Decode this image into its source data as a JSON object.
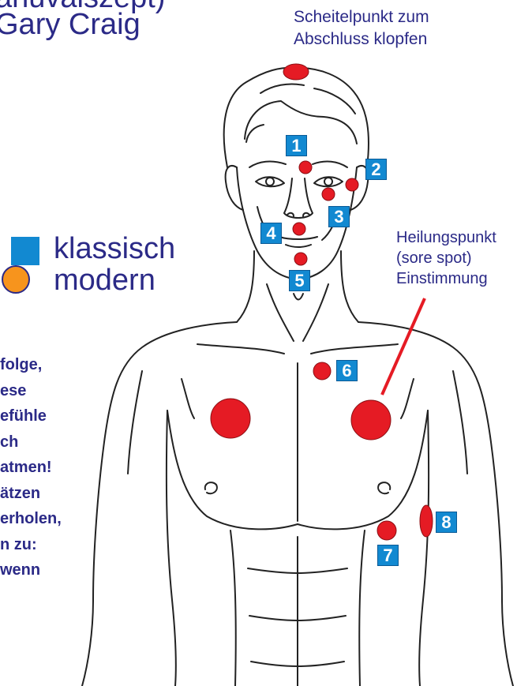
{
  "header": {
    "title_partial": "anuvalszept)",
    "author": "Gary Craig",
    "partial_mark": ":"
  },
  "notes": {
    "top_line1": "Scheitelpunkt zum",
    "top_line2": "Abschluss klopfen",
    "sore_line1": "Heilungspunkt",
    "sore_line2": "(sore spot)",
    "sore_line3": "Einstimmung"
  },
  "legend": {
    "classic_label": "klassisch",
    "classic_color": "#1289d1",
    "modern_label": "modern",
    "modern_color": "#f7941d"
  },
  "instructions": [
    "folge,",
    "ese",
    "efühle",
    "ch",
    "atmen!",
    "ätzen",
    "erholen,",
    "n zu:",
    "wenn"
  ],
  "points": {
    "colors": {
      "point": "#e51b24",
      "badge": "#1289d1",
      "line": "#2b2a87"
    },
    "labels": [
      "1",
      "2",
      "3",
      "4",
      "5",
      "6",
      "7",
      "8"
    ]
  }
}
